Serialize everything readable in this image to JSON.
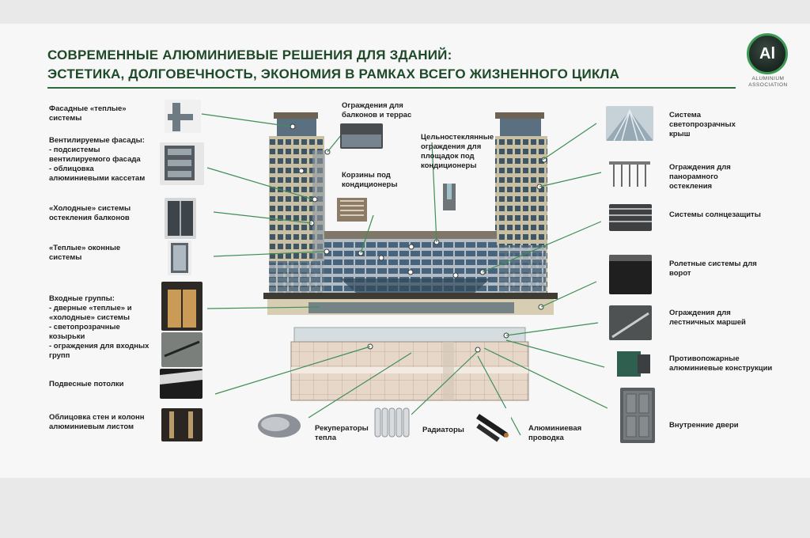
{
  "title": {
    "line1": "СОВРЕМЕННЫЕ АЛЮМИНИЕВЫЕ РЕШЕНИЯ ДЛЯ ЗДАНИЙ:",
    "line2": "ЭСТЕТИКА, ДОЛГОВЕЧНОСТЬ, ЭКОНОМИЯ В РАМКАХ ВСЕГО ЖИЗНЕННОГО ЦИКЛА"
  },
  "logo": {
    "mark": "Al",
    "text": "ALUMINIUM ASSOCIATION"
  },
  "colors": {
    "accent": "#2e6b3c",
    "title": "#1f4a2a",
    "connector": "#3f8f56"
  },
  "left_labels": [
    "Фасадные «теплые»\nсистемы",
    "Вентилируемые фасады:\n- подсистемы\n  вентилируемого фасада\n- облицовка\n  алюминиевыми кассетам",
    "«Холодные» системы\nостекления балконов",
    "«Теплые» оконные\nсистемы",
    "Входные группы:\n- дверные «теплые» и\n  «холодные» системы\n- светопрозрачные\n  козырьки\n- ограждения для входных\n  групп",
    "Подвесные потолки",
    "Облицовка стен и колонн\nалюминиевым листом"
  ],
  "right_labels": [
    "Система\nсветопрозрачных\nкрыш",
    "Ограждения  для\nпанорамного\nостекления",
    "Системы солнцезащиты",
    "Ролетные системы для\nворот",
    "Ограждения  для\nлестничных маршей",
    "Противопожарные\nалюминиевые конструкции",
    "Внутренние двери"
  ],
  "center_labels": {
    "balcony": "Ограждения для\nбалконов и террас",
    "glass": "Цельностеклянные\nограждения для\nплощадок под\nкондиционеры",
    "baskets": "Корзины под\nкондиционеры"
  },
  "bottom_labels": {
    "recuperators": "Рекуператоры\nтепла",
    "radiators": "Радиаторы",
    "wiring": "Алюминиевая\nпроводка"
  },
  "icons": {
    "facade": "facade-profile-icon",
    "ventilated": "ventilated-facade-icon",
    "balcony_glazing": "balcony-glazing-icon",
    "window": "window-icon",
    "entrance": "entrance-group-icon",
    "ceiling": "suspended-ceiling-icon",
    "cladding": "wall-cladding-icon"
  }
}
